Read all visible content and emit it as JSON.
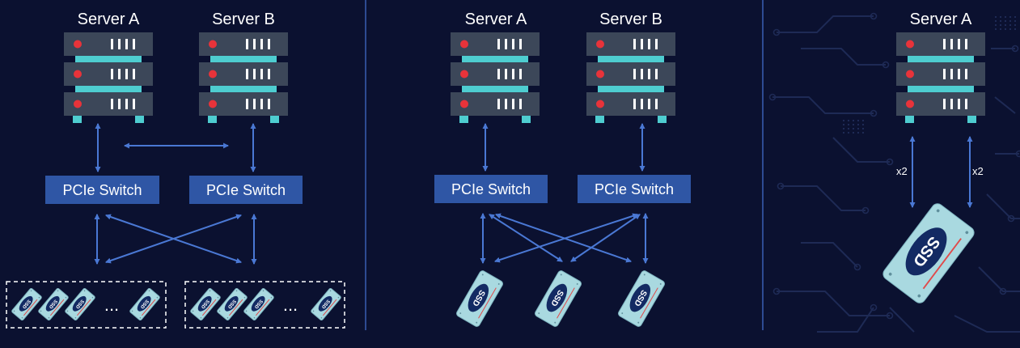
{
  "colors": {
    "background": "#0b1130",
    "server_body": "#3c4759",
    "server_divider": "#4ecdd0",
    "server_led": "#e8333a",
    "switch_fill": "#2f56a5",
    "arrow": "#4a78d4",
    "ssd_body": "#a9d9e0",
    "ssd_badge": "#132a63",
    "ssd_stripe": "#e04a4a",
    "panel_divider": "#3b5fb2"
  },
  "icons": {
    "server": "server-rack-icon",
    "ssd": "ssd-drive-icon"
  },
  "panels": [
    {
      "servers": [
        "Server A",
        "Server B"
      ],
      "switches": [
        "PCIe Switch",
        "PCIe Switch"
      ],
      "drive_groups": [
        {
          "drives": [
            "SSD",
            "SSD",
            "SSD",
            "SSD"
          ],
          "ellipsis": "..."
        },
        {
          "drives": [
            "SSD",
            "SSD",
            "SSD",
            "SSD"
          ],
          "ellipsis": "..."
        }
      ]
    },
    {
      "servers": [
        "Server A",
        "Server B"
      ],
      "switches": [
        "PCIe Switch",
        "PCIe Switch"
      ],
      "drives": [
        "SSD",
        "SSD",
        "SSD"
      ]
    },
    {
      "servers": [
        "Server A"
      ],
      "links": [
        "x2",
        "x2"
      ],
      "drives": [
        "SSD"
      ]
    }
  ]
}
